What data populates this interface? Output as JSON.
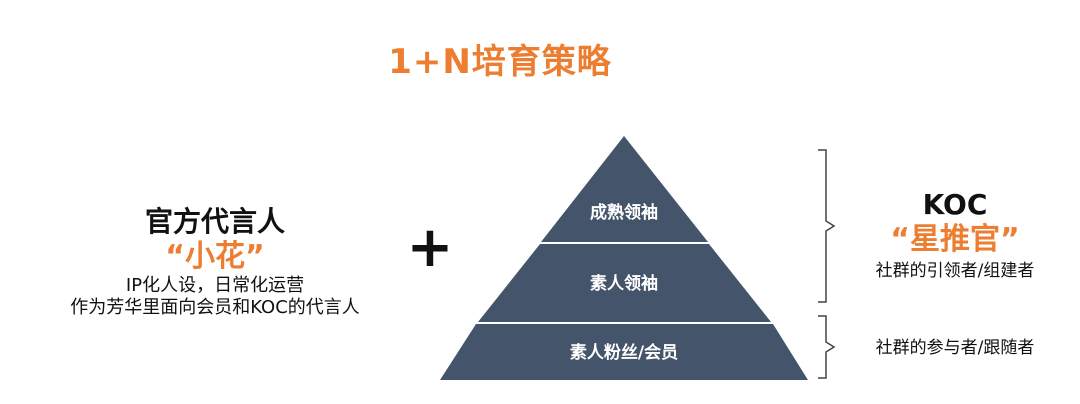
{
  "title": "1+N培育策略",
  "left": {
    "heading": "官方代言人",
    "nickname": "“小花”",
    "line1": "IP化人设，日常化运营",
    "line2": "作为芳华里面向会员和KOC的代言人"
  },
  "plus": "+",
  "pyramid": {
    "top": "成熟领袖",
    "middle": "素人领袖",
    "bottom": "素人粉丝/会员"
  },
  "koc": {
    "title": "KOC",
    "nickname": "“星推官”",
    "role": "社群的引领者/组建者"
  },
  "bottom_role": "社群的参与者/跟随者",
  "colors": {
    "accent": "#ed7d31",
    "pyramid_fill": "#44546a",
    "bracket": "#444444"
  }
}
